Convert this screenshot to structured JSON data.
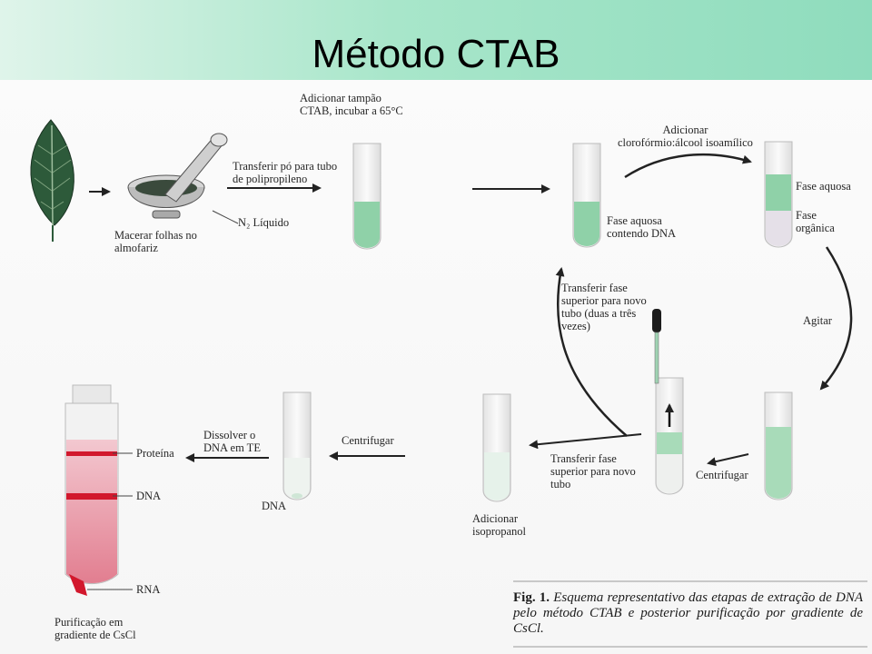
{
  "slide": {
    "title": "Método CTAB"
  },
  "labels": {
    "macerar": "Macerar folhas no\nalmofariz",
    "n2": "N₂ Líquido",
    "transferir_po": "Transferir pó para tubo\nde polipropileno",
    "adicionar_ctab": "Adicionar tampão\nCTAB, incubar a 65°C",
    "fase_aquosa_dna": "Fase aquosa\ncontendo DNA",
    "adicionar_cloro": "Adicionar\nclorofórmio:álcool isoamílico",
    "fase_aquosa": "Fase aquosa",
    "fase_organica": "Fase\norgânica",
    "agitar": "Agitar",
    "centrifugar_right": "Centrifugar",
    "transferir_fase_up": "Transferir fase\nsuperior para novo\ntubo (duas a três\nvezes)",
    "transferir_fase_down": "Transferir fase\nsuperior para novo\ntubo",
    "adicionar_isopropanol": "Adicionar\nisopropanol",
    "centrifugar_left": "Centrifugar",
    "dna_pellet": "DNA",
    "dissolver": "Dissolver o\nDNA em TE",
    "proteina": "Proteína",
    "dna_band": "DNA",
    "rna": "RNA",
    "purificacao": "Purificação em\ngradiente de CsCl"
  },
  "caption": {
    "fig": "Fig. 1.",
    "text": "Esquema representativo das etapas de extração de DNA pelo método CTAB e posterior purificação por gradiente de CsCl."
  },
  "colors": {
    "header_start": "#dff4ea",
    "header_end": "#8fdcbd",
    "liquid_green": "#8fd1a8",
    "gradient_pink": "#e98c9c",
    "band_red": "#d2182d",
    "leaf": "#2d5a3a"
  }
}
